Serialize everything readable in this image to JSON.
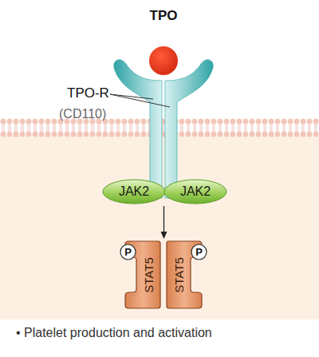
{
  "diagram": {
    "nodes": [
      {
        "text": [
          "JAK2"
        ]
      },
      {
        "text": [
          "JAK2"
        ]
      },
      {
        "text": [
          "STAT5"
        ]
      },
      {
        "text": [
          "P"
        ],
        "in": 2
      },
      {
        "text": [
          "STAT5"
        ]
      },
      {
        "text": [
          "P"
        ],
        "in": 4
      }
    ],
    "edges": [
      {
        "from": 0,
        "to": 2,
        "arrow": "to"
      }
    ],
    "labels": [
      "TPO",
      "TPO-R",
      "(CD110)",
      "• Platelet production and activation"
    ]
  }
}
